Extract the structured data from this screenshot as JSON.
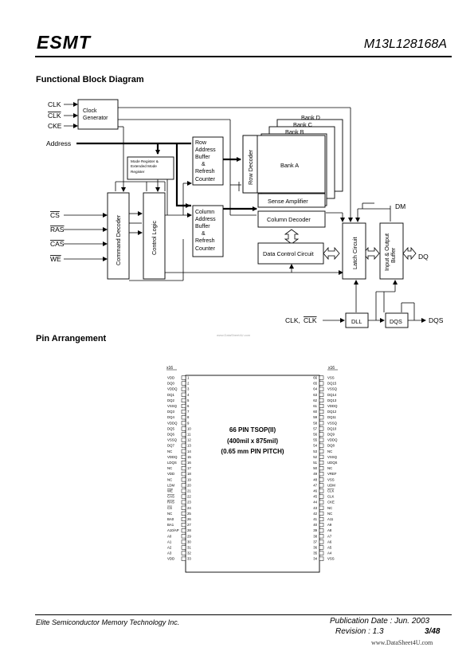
{
  "header": {
    "logo": "ESMT",
    "part_number": "M13L128168A"
  },
  "sections": {
    "block_diagram_title": "Functional Block Diagram",
    "pin_title": "Pin Arrangement"
  },
  "block_diagram": {
    "inputs": {
      "clk": "CLK",
      "clk_bar": "CLK",
      "cke": "CKE",
      "address": "Address",
      "cs": "CS",
      "ras": "RAS",
      "cas": "CAS",
      "we": "WE"
    },
    "clock_generator": [
      "Clock",
      "Generator"
    ],
    "mode_register": [
      "Mode Register &",
      "Extended Mode",
      "Register"
    ],
    "row_address_buffer": [
      "Row",
      "Address",
      "Buffer",
      "&",
      "Refresh",
      "Counter"
    ],
    "column_address_buffer": [
      "Column",
      "Address",
      "Buffer",
      "&",
      "Refresh",
      "Counter"
    ],
    "command_decoder": "Command Decoder",
    "control_logic": "Control Logic",
    "row_decoder": "Row Decoder",
    "banks": [
      "Bank D",
      "Bank C",
      "Bank B",
      "Bank A"
    ],
    "sense_amplifier": "Sense Amplifier",
    "column_decoder": "Column Decoder",
    "data_control": "Data Control Circuit",
    "latch_circuit": "Latch Circuit",
    "io_buffer": [
      "Input & Output",
      "Buffer"
    ],
    "dm": "DM",
    "dq": "DQ",
    "dll_clk": "CLK,",
    "dll_clk_bar": "CLK",
    "dll": "DLL",
    "dqs_block": "DQS",
    "dqs": "DQS"
  },
  "pin_arrangement": {
    "x16_label": "x16",
    "package": [
      "66 PIN TSOP(II)",
      "(400mil x 875mil)",
      "(0.65 mm PIN PITCH)"
    ],
    "left_pins": [
      {
        "num": "1",
        "name": "VDD"
      },
      {
        "num": "2",
        "name": "DQ0"
      },
      {
        "num": "3",
        "name": "VDDQ"
      },
      {
        "num": "4",
        "name": "DQ1"
      },
      {
        "num": "5",
        "name": "DQ2"
      },
      {
        "num": "6",
        "name": "VSSQ"
      },
      {
        "num": "7",
        "name": "DQ3"
      },
      {
        "num": "8",
        "name": "DQ4"
      },
      {
        "num": "9",
        "name": "VDDQ"
      },
      {
        "num": "10",
        "name": "DQ5"
      },
      {
        "num": "11",
        "name": "DQ6"
      },
      {
        "num": "12",
        "name": "VSSQ"
      },
      {
        "num": "13",
        "name": "DQ7"
      },
      {
        "num": "14",
        "name": "NC"
      },
      {
        "num": "15",
        "name": "VDDQ"
      },
      {
        "num": "16",
        "name": "LDQS"
      },
      {
        "num": "17",
        "name": "NC"
      },
      {
        "num": "18",
        "name": "VDD"
      },
      {
        "num": "19",
        "name": "NC"
      },
      {
        "num": "20",
        "name": "LDM"
      },
      {
        "num": "21",
        "name": "WE"
      },
      {
        "num": "22",
        "name": "CAS"
      },
      {
        "num": "23",
        "name": "RAS"
      },
      {
        "num": "24",
        "name": "CS"
      },
      {
        "num": "25",
        "name": "NC"
      },
      {
        "num": "26",
        "name": "BA0"
      },
      {
        "num": "27",
        "name": "BA1"
      },
      {
        "num": "28",
        "name": "A10/AP"
      },
      {
        "num": "29",
        "name": "A0"
      },
      {
        "num": "30",
        "name": "A1"
      },
      {
        "num": "31",
        "name": "A2"
      },
      {
        "num": "32",
        "name": "A3"
      },
      {
        "num": "33",
        "name": "VDD"
      }
    ],
    "right_pins": [
      {
        "num": "66",
        "name": "VSS"
      },
      {
        "num": "65",
        "name": "DQ15"
      },
      {
        "num": "64",
        "name": "VSSQ"
      },
      {
        "num": "63",
        "name": "DQ14"
      },
      {
        "num": "62",
        "name": "DQ13"
      },
      {
        "num": "61",
        "name": "VDDQ"
      },
      {
        "num": "60",
        "name": "DQ12"
      },
      {
        "num": "59",
        "name": "DQ11"
      },
      {
        "num": "58",
        "name": "VSSQ"
      },
      {
        "num": "57",
        "name": "DQ10"
      },
      {
        "num": "56",
        "name": "DQ9"
      },
      {
        "num": "55",
        "name": "VDDQ"
      },
      {
        "num": "54",
        "name": "DQ8"
      },
      {
        "num": "53",
        "name": "NC"
      },
      {
        "num": "52",
        "name": "VSSQ"
      },
      {
        "num": "51",
        "name": "UDQS"
      },
      {
        "num": "50",
        "name": "NC"
      },
      {
        "num": "49",
        "name": "VREF"
      },
      {
        "num": "48",
        "name": "VSS"
      },
      {
        "num": "47",
        "name": "UDM"
      },
      {
        "num": "46",
        "name": "CLK"
      },
      {
        "num": "45",
        "name": "CLK"
      },
      {
        "num": "44",
        "name": "CKE"
      },
      {
        "num": "43",
        "name": "NC"
      },
      {
        "num": "42",
        "name": "NC"
      },
      {
        "num": "41",
        "name": "A11"
      },
      {
        "num": "40",
        "name": "A9"
      },
      {
        "num": "39",
        "name": "A8"
      },
      {
        "num": "38",
        "name": "A7"
      },
      {
        "num": "37",
        "name": "A6"
      },
      {
        "num": "36",
        "name": "A5"
      },
      {
        "num": "35",
        "name": "A4"
      },
      {
        "num": "34",
        "name": "VSS"
      }
    ]
  },
  "watermark_mid": "www.DataSheet4U.com",
  "footer": {
    "company": "Elite Semiconductor Memory Technology Inc.",
    "publication_date": "Publication Date : Jun. 2003",
    "revision": "Revision : 1.3",
    "page": "3/48",
    "watermark": "www.DataSheet4U.com"
  }
}
